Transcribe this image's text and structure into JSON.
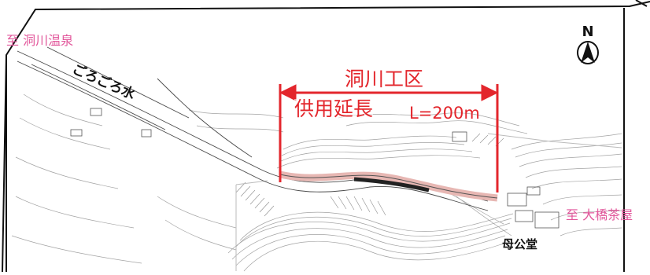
{
  "map": {
    "north_label": "N",
    "destination_left": "至 洞川温泉",
    "destination_right": "至 大橋茶屋",
    "place_gorogoro": "ごろごろ水",
    "place_bokodo": "母公堂",
    "section_name": "洞川工区",
    "service_label": "供用延長",
    "length_label": "L=200m"
  },
  "colors": {
    "accent_red": "#e3262c",
    "destination_pink": "#e2579b",
    "road_highlight": "#e7b7b3",
    "contour": "#9a9a9a",
    "frame": "#111111"
  },
  "icons": [
    "north-arrow-icon",
    "dimension-arrow-icon"
  ]
}
